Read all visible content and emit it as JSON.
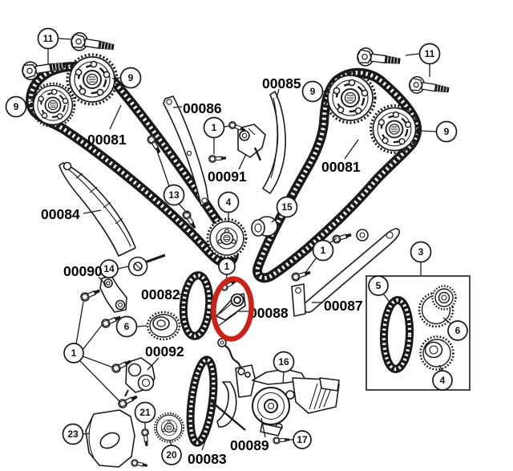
{
  "figure": {
    "type": "exploded parts diagram",
    "subject": "Engine timing chain system",
    "background_color": "#ffffff",
    "line_color": "#1a1a1a"
  },
  "highlight": {
    "shape": "ellipse",
    "color": "#cb2217",
    "highlighted_part": "00088"
  },
  "part_labels": {
    "l81_left": "00081",
    "l81_right": "00081",
    "l82": "00082",
    "l83": "00083",
    "l84": "00084",
    "l85": "00085",
    "l86": "00086",
    "l87": "00087",
    "l88": "00088",
    "l89": "00089",
    "l90": "00090",
    "l91": "00091",
    "l92": "00092"
  },
  "callouts": {
    "n1": "1",
    "n3": "3",
    "n4": "4",
    "n5": "5",
    "n6": "6",
    "n9": "9",
    "n11": "11",
    "n13": "13",
    "n14": "14",
    "n15": "15",
    "n16": "16",
    "n17": "17",
    "n20": "20",
    "n21": "21",
    "n23": "23"
  }
}
